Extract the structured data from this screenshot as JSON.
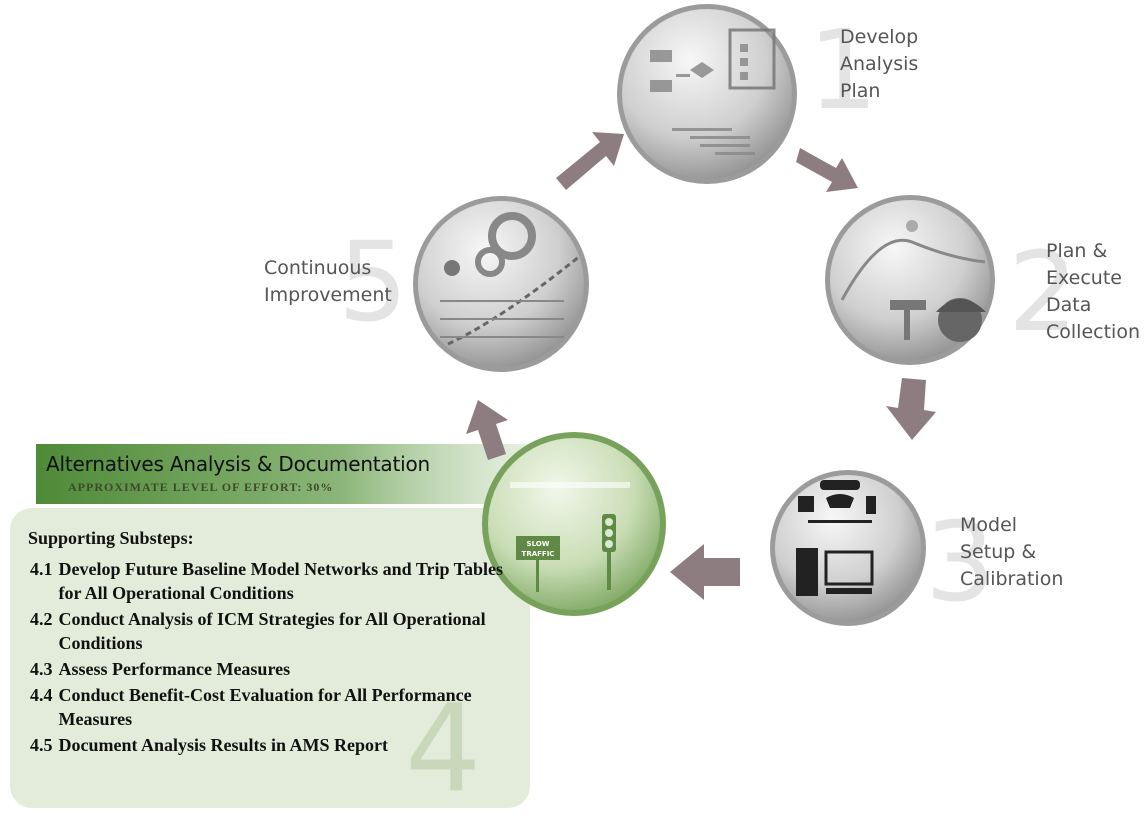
{
  "steps": [
    {
      "number": "1",
      "lines": [
        "Develop",
        "Analysis",
        "Plan"
      ]
    },
    {
      "number": "2",
      "lines": [
        "Plan &",
        "Execute",
        "Data",
        "Collection"
      ]
    },
    {
      "number": "3",
      "lines": [
        "Model",
        "Setup &",
        "Calibration"
      ]
    },
    {
      "number": "4",
      "lines": []
    },
    {
      "number": "5",
      "lines": [
        "Continuous",
        "Improvement"
      ]
    }
  ],
  "icons": {
    "step1": "flowchart-checklist-icon",
    "step2": "survey-worker-icon",
    "step3": "parking-car-signal-computer-icon",
    "step4": "slow-traffic-sign-signal-icon",
    "step5": "gears-trend-chart-icon",
    "arrows": "cycle-arrow-icon"
  },
  "sign_text": [
    "SLOW",
    "TRAFFIC"
  ],
  "alternatives": {
    "title": "Alternatives Analysis & Documentation",
    "effort": "APPROXIMATE LEVEL OF EFFORT: 30%"
  },
  "substeps": {
    "heading": "Supporting Substeps:",
    "items": [
      {
        "num": "4.1",
        "text": "Develop Future Baseline Model Networks and Trip Tables for All Operational Conditions"
      },
      {
        "num": "4.2",
        "text": "Conduct Analysis of ICM Strategies for All Operational Conditions"
      },
      {
        "num": "4.3",
        "text": "Assess Performance Measures"
      },
      {
        "num": "4.4",
        "text": "Conduct Benefit-Cost Evaluation for All Performance Measures"
      },
      {
        "num": "4.5",
        "text": "Document Analysis Results in AMS Report"
      }
    ]
  },
  "colors": {
    "arrow": "#8e7d80",
    "circle_gray": "#c9c9c9",
    "circle_green": "#c6dcb4",
    "banner_green": "#5b8c3e",
    "box_green": "#e3ecda"
  }
}
